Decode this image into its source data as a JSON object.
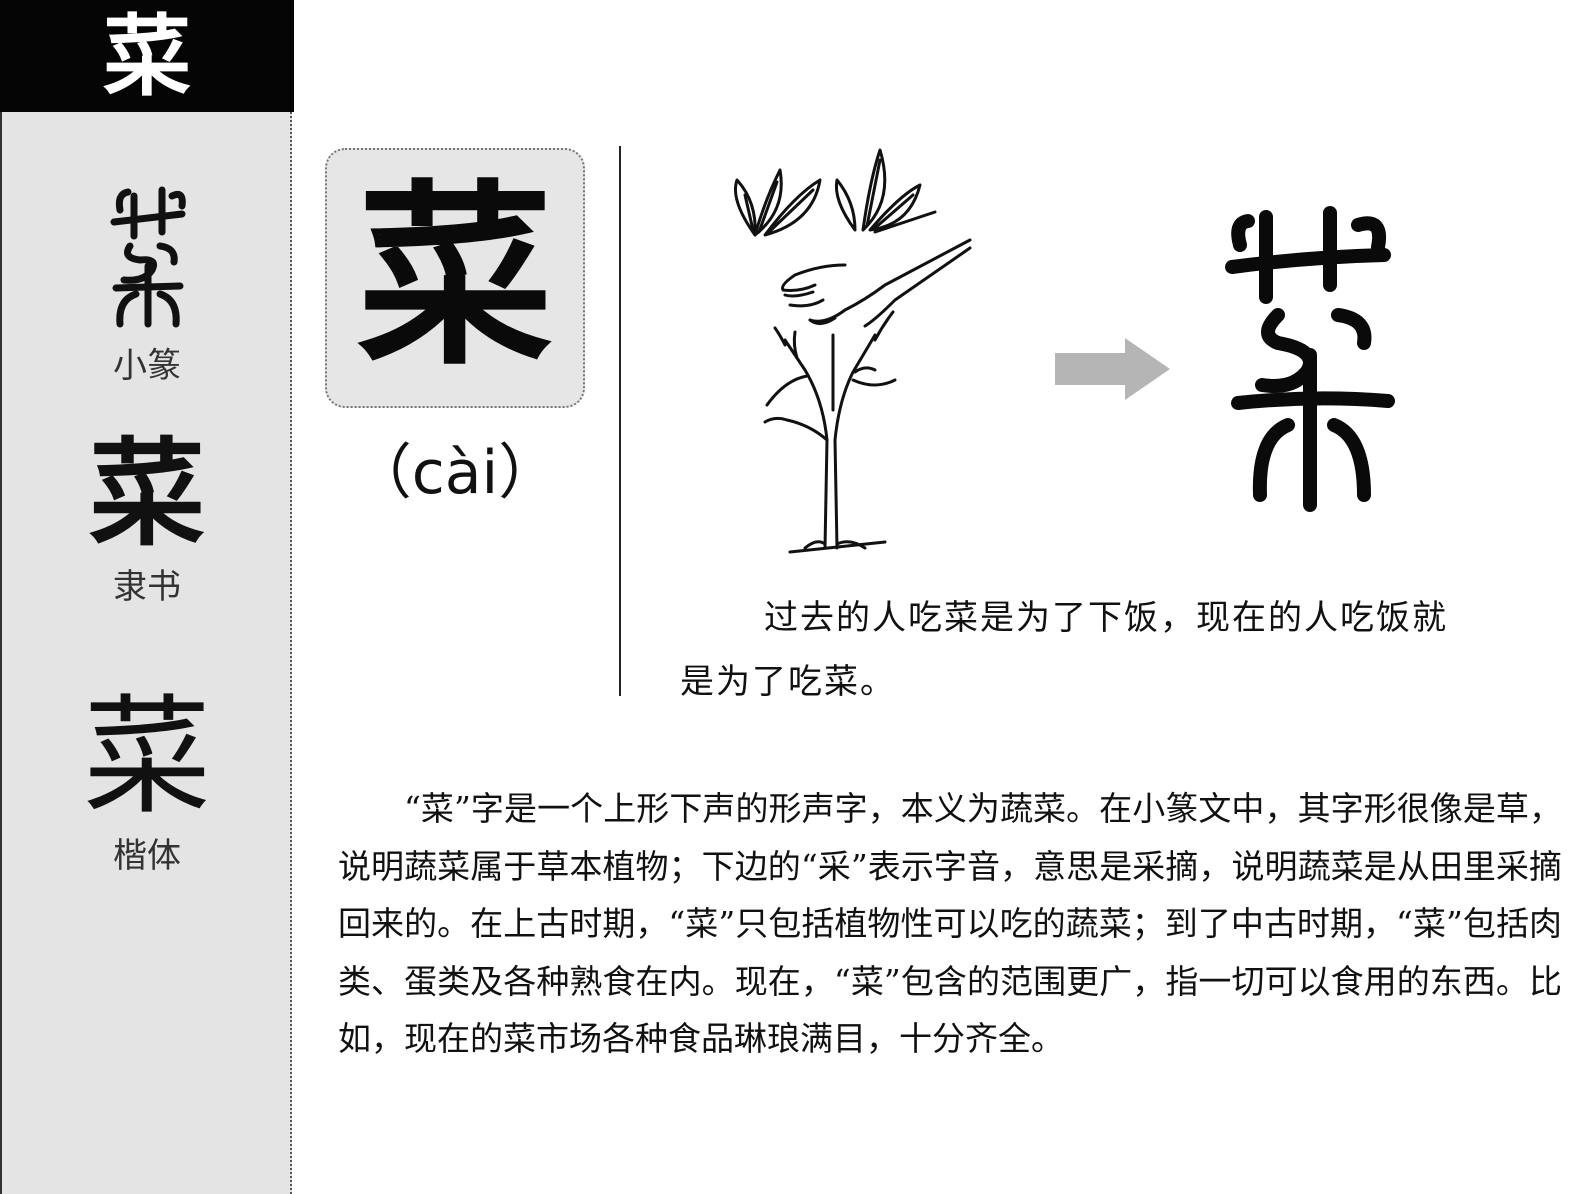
{
  "header": {
    "character": "菜"
  },
  "sidebar": {
    "scripts": [
      {
        "label": "小篆"
      },
      {
        "label": "隶书",
        "glyph": "菜"
      },
      {
        "label": "楷体",
        "glyph": "菜"
      }
    ]
  },
  "main": {
    "character": "菜",
    "pinyin": "（cài）",
    "quote": "过去的人吃菜是为了下饭，现在的人吃饭就是为了吃菜。",
    "description": "“菜”字是一个上形下声的形声字，本义为蔬菜。在小篆文中，其字形很像是草，说明蔬菜属于草本植物；下边的“采”表示字音，意思是采摘，说明蔬菜是从田里采摘回来的。在上古时期，“菜”只包括植物性可以吃的蔬菜；到了中古时期，“菜”包括肉类、蛋类及各种熟食在内。现在，“菜”包含的范围更广，指一切可以食用的东西。比如，现在的菜市场各种食品琳琅满目，十分齐全。"
  },
  "icons": {
    "illustration": "hand-picking-leaves-icon",
    "arrow": "arrow-right-icon",
    "seal": "seal-script-character-icon"
  },
  "colors": {
    "header_bg": "#050505",
    "sidebar_bg": "#e4e4e4",
    "card_bg": "#e6e6e6",
    "arrow": "#b5b5b5"
  }
}
